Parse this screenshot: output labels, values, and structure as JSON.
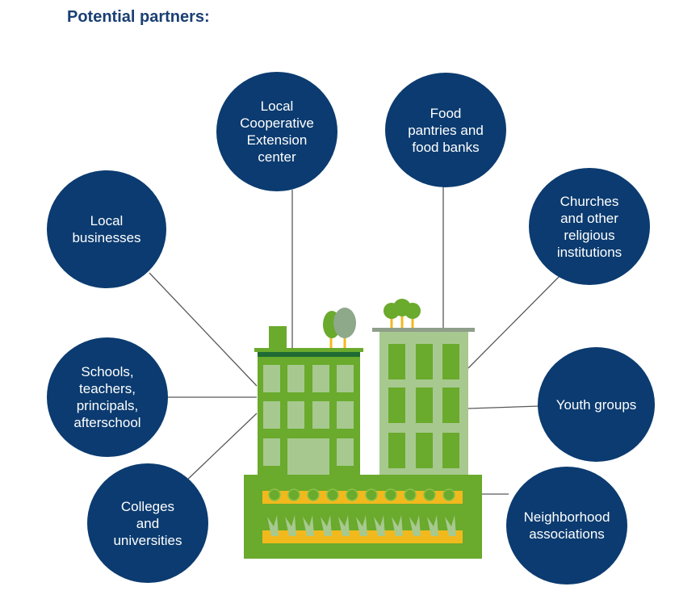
{
  "title": "Potential partners:",
  "partners": [
    {
      "label": "Local\nbusinesses"
    },
    {
      "label": "Local\nCooperative\nExtension\ncenter"
    },
    {
      "label": "Food\npantries and\nfood banks"
    },
    {
      "label": "Churches\nand other\nreligious\ninstitutions"
    },
    {
      "label": "Schools,\nteachers,\nprincipals,\nafterschool"
    },
    {
      "label": "Youth groups"
    },
    {
      "label": "Colleges\nand\nuniversities"
    },
    {
      "label": "Neighborhood\nassociations"
    }
  ],
  "colors": {
    "bubble": "#0b3b70",
    "title": "#1a3f73",
    "building_green": "#6aaa2c",
    "building_light": "#a7c98f",
    "planter_yellow": "#f2b91d"
  },
  "icons": [
    "building-illustration",
    "tree-icon",
    "plant-icon"
  ]
}
